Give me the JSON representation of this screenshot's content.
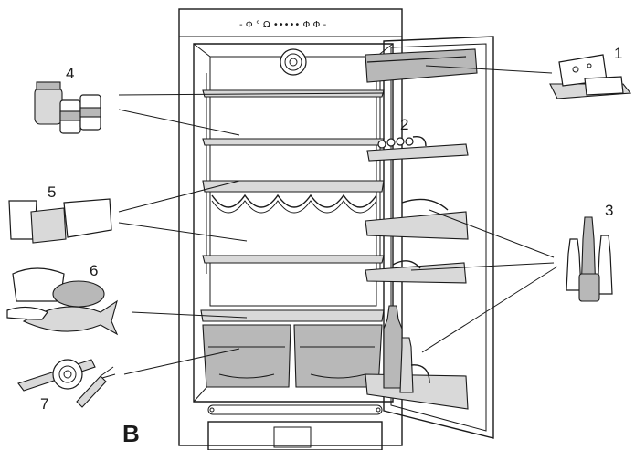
{
  "figure": {
    "panel_label": "B",
    "callouts": [
      {
        "id": "1",
        "label": "1"
      },
      {
        "id": "2",
        "label": "2"
      },
      {
        "id": "3",
        "label": "3"
      },
      {
        "id": "4",
        "label": "4"
      },
      {
        "id": "5",
        "label": "5"
      },
      {
        "id": "6",
        "label": "6"
      },
      {
        "id": "7",
        "label": "7"
      }
    ],
    "control_panel": {
      "text": "- Φ ° Ω ••••• Φ Φ -"
    },
    "colors": {
      "line": "#1a1a1a",
      "fill_light": "#d9d9d9",
      "fill_dark": "#b8b8b8",
      "background": "#ffffff"
    }
  }
}
